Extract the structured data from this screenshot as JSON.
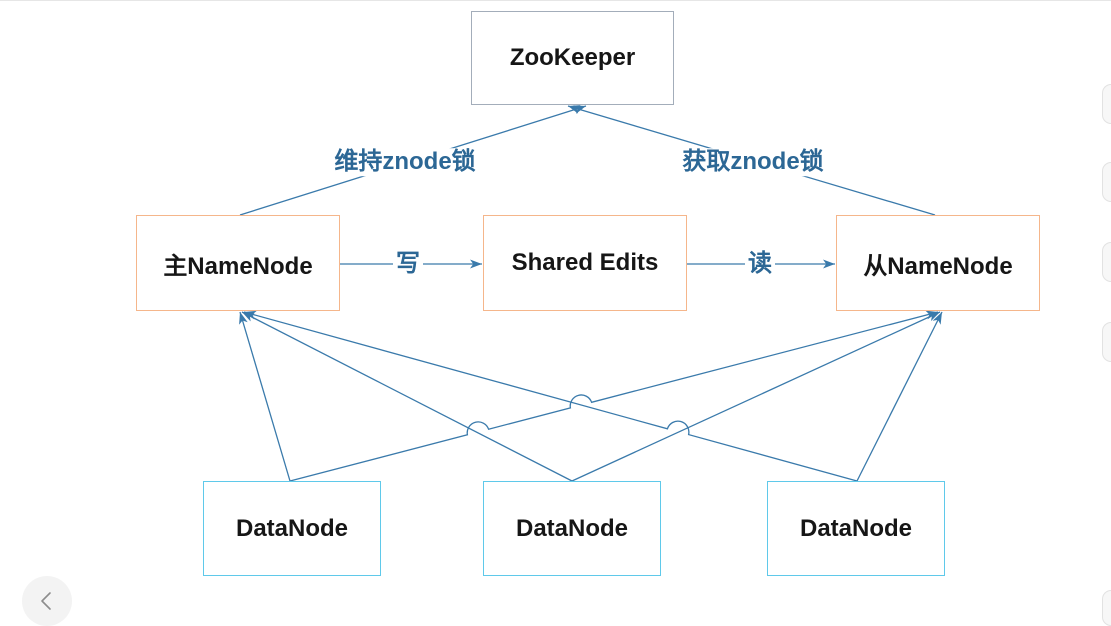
{
  "nodes": {
    "zookeeper": "ZooKeeper",
    "active_namenode": "主NameNode",
    "shared_edits": "Shared Edits",
    "standby_namenode": "从NameNode",
    "datanodes": [
      "DataNode",
      "DataNode",
      "DataNode"
    ]
  },
  "edge_labels": {
    "hold_lock": "维持znode锁",
    "acquire_lock": "获取znode锁",
    "write": "写",
    "read": "读"
  },
  "colors": {
    "zookeeper_border": "#a3adba",
    "namenode_border": "#f5b68b",
    "datanode_border": "#5fc9ea",
    "edge": "#3a7aab",
    "edge_label": "#2c6795",
    "node_text": "#161616"
  },
  "icons": {
    "back": "chevron-left-icon"
  }
}
